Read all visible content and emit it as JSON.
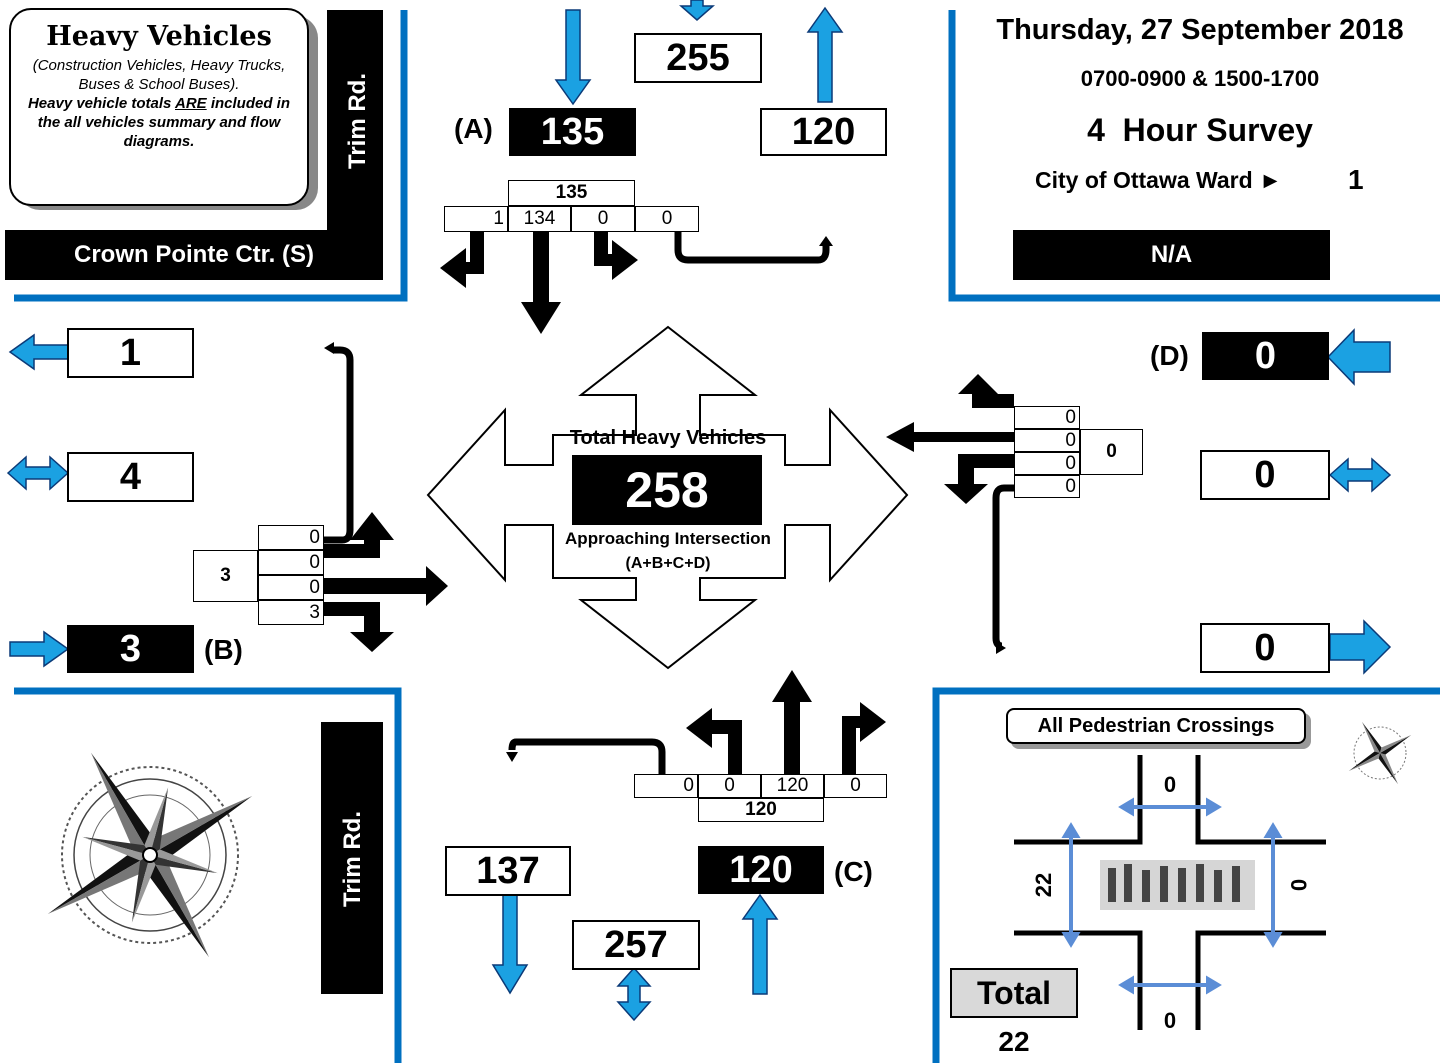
{
  "colors": {
    "accent_blue": "#0070C0",
    "arrow_blue": "#1BA1E2",
    "black": "#000000"
  },
  "legend": {
    "title": "Heavy Vehicles",
    "subtitle": "(Construction Vehicles, Heavy Trucks, Buses & School Buses).",
    "note_prefix": "Heavy vehicle totals ",
    "note_emph": "ARE",
    "note_suffix": " included in the all vehicles summary and flow diagrams."
  },
  "street_ns_top": "Trim Rd.",
  "street_ns_bottom": "Trim Rd.",
  "street_ew": "Crown Pointe Ctr. (S)",
  "header": {
    "date": "Thursday, 27 September 2018",
    "periods": "0700-0900 & 1500-1700",
    "hours": "4",
    "survey": "Hour Survey",
    "ward_label": "City of Ottawa Ward",
    "ward_symbol": "►",
    "ward_value": "1",
    "note": "N/A"
  },
  "north": {
    "label": "(A)",
    "approach": "135",
    "total": "255",
    "departure": "120",
    "table_total": "135",
    "cells": [
      "1",
      "134",
      "0",
      "0"
    ]
  },
  "west": {
    "label": "(B)",
    "departure_top": "1",
    "total": "4",
    "approach": "3",
    "table_total": "3",
    "cells": [
      "0",
      "0",
      "0",
      "3"
    ]
  },
  "east": {
    "label": "(D)",
    "approach": "0",
    "total": "0",
    "departure": "0",
    "table_total": "0",
    "cells": [
      "0",
      "0",
      "0",
      "0"
    ]
  },
  "south": {
    "label": "(C)",
    "departure": "137",
    "total": "257",
    "approach": "120",
    "table_total": "120",
    "cells": [
      "0",
      "0",
      "120",
      "0"
    ]
  },
  "center": {
    "title": "Total Heavy Vehicles",
    "value": "258",
    "sub1": "Approaching Intersection",
    "sub2": "(A+B+C+D)"
  },
  "ped": {
    "title": "All Pedestrian Crossings",
    "north": "0",
    "south": "0",
    "west": "22",
    "east": "0",
    "total_label": "Total",
    "total_value": "22"
  }
}
